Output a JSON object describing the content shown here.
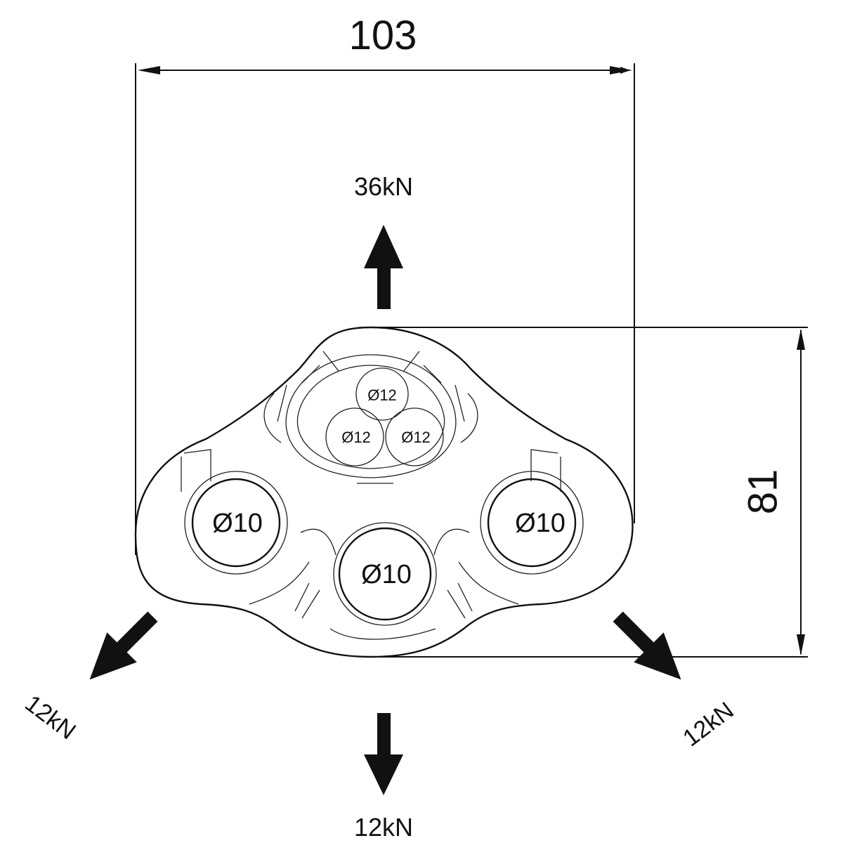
{
  "dimensions": {
    "width_label": "103",
    "height_label": "81"
  },
  "loads": {
    "up": "36kN",
    "down_left": "12kN",
    "down_right": "12kN",
    "down": "12kN"
  },
  "holes": {
    "top_small": [
      "Ø12",
      "Ø12",
      "Ø12"
    ],
    "bottom_large": [
      "Ø10",
      "Ø10",
      "Ø10"
    ]
  }
}
